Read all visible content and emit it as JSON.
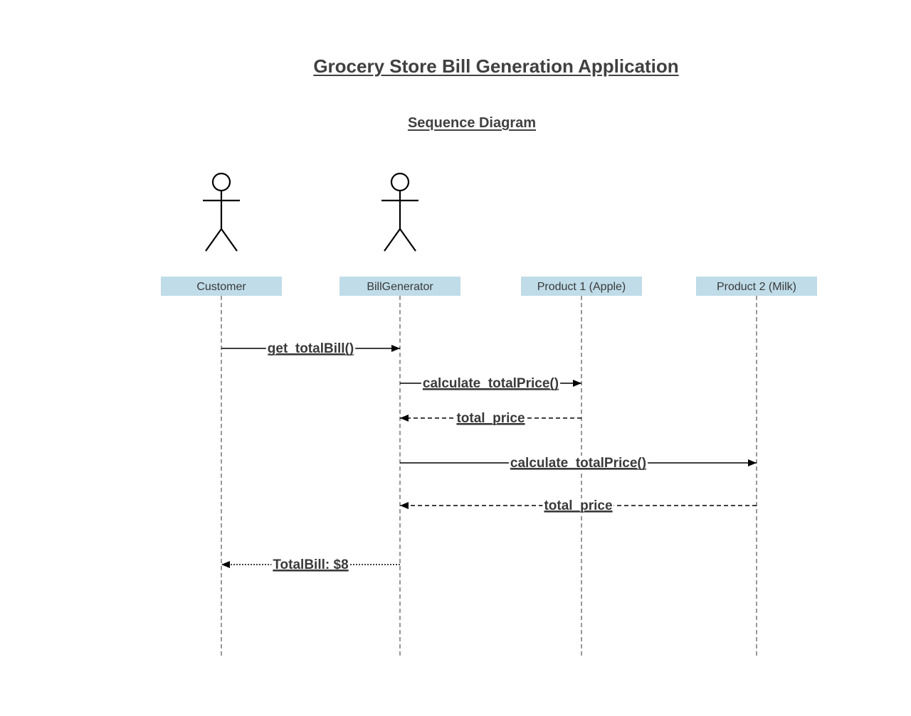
{
  "title": "Grocery Store Bill Generation Application",
  "subtitle": "Sequence Diagram",
  "colors": {
    "box_fill": "#bfdce8",
    "line": "#000000",
    "text": "#3a3a3a"
  },
  "actors": [
    {
      "label": "Customer",
      "has_figure": true
    },
    {
      "label": "BillGenerator",
      "has_figure": true
    },
    {
      "label": "Product 1 (Apple)",
      "has_figure": false
    },
    {
      "label": "Product 2 (Milk)",
      "has_figure": false
    }
  ],
  "messages": [
    {
      "label": "get_totalBill()",
      "from": 0,
      "to": 1,
      "style": "solid"
    },
    {
      "label": "calculate_totalPrice()",
      "from": 1,
      "to": 2,
      "style": "solid"
    },
    {
      "label": "total_price",
      "from": 2,
      "to": 1,
      "style": "dashed"
    },
    {
      "label": "calculate_totalPrice()",
      "from": 1,
      "to": 3,
      "style": "solid"
    },
    {
      "label": "total_price",
      "from": 3,
      "to": 1,
      "style": "dashed"
    },
    {
      "label": "TotalBill: $8",
      "from": 1,
      "to": 0,
      "style": "dotted"
    }
  ]
}
